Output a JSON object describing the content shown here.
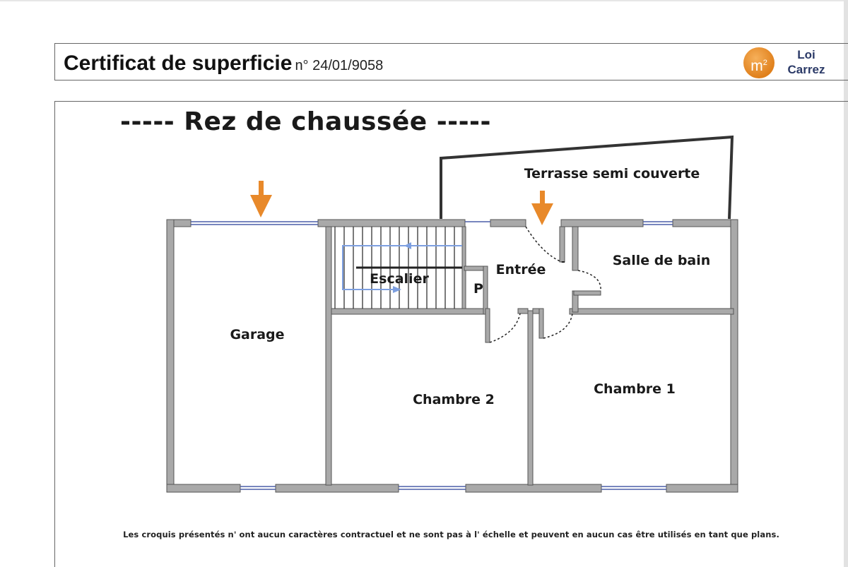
{
  "header": {
    "title": "Certificat de superficie",
    "number": "n° 24/01/9058",
    "logo": {
      "symbol": "m",
      "superscript": "2",
      "line1": "Loi",
      "line2": "Carrez",
      "color": "#e8892a"
    }
  },
  "plan": {
    "floor_title": "----- Rez de chaussée -----",
    "rooms": {
      "terrace": "Terrasse semi couverte",
      "bathroom": "Salle de bain",
      "stairs": "Escalier",
      "entrance": "Entrée",
      "closet": "P",
      "garage": "Garage",
      "bedroom2": "Chambre 2",
      "bedroom1": "Chambre 1"
    },
    "wall_color": "#a9a9a9",
    "arrow_color": "#e8892a",
    "stair_arrow_color": "#7d9fe0"
  },
  "disclaimer": "Les croquis présentés n'  ont aucun caractères contractuel et ne sont pas à l'  échelle et peuvent en aucun cas être utilisés en tant que plans."
}
